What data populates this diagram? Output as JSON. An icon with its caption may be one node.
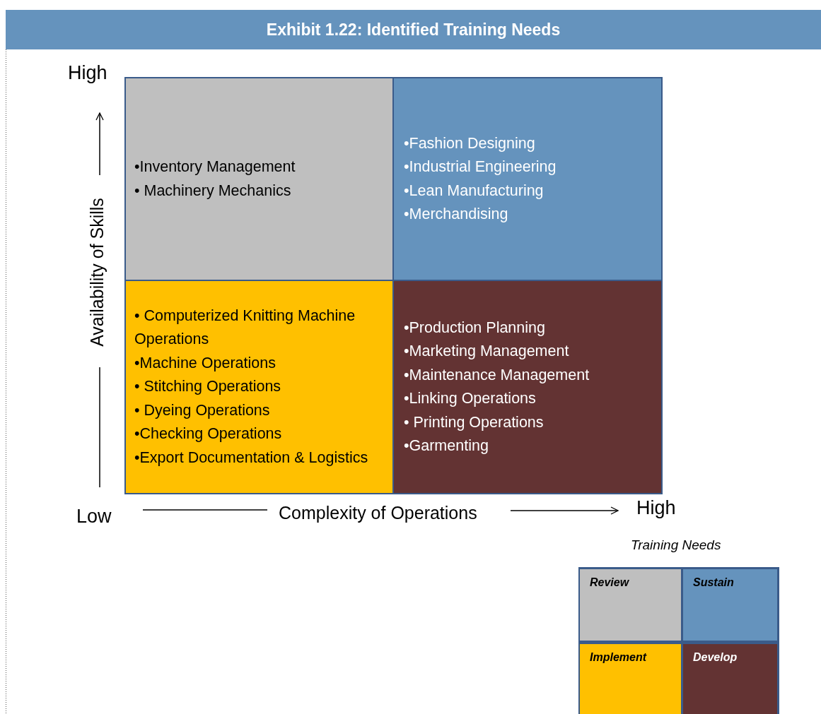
{
  "diagram": {
    "title": "Exhibit 1.22: Identified Training Needs",
    "nodes": [
      {
        "text": [
          "•Inventory Management",
          "• Machinery Mechanics"
        ]
      },
      {
        "text": [
          "•Fashion Designing",
          "•Industrial Engineering",
          "•Lean Manufacturing",
          "•Merchandising"
        ]
      },
      {
        "text": [
          "• Computerized Knitting Machine Operations",
          "•Machine Operations",
          "• Stitching Operations",
          "• Dyeing Operations",
          "•Checking Operations",
          "•Export Documentation & Logistics"
        ]
      },
      {
        "text": [
          "•Production Planning",
          "•Marketing Management",
          "•Maintenance Management",
          "•Linking Operations",
          "• Printing Operations",
          "•Garmenting"
        ]
      }
    ],
    "edges": [],
    "labels": [
      "High",
      "Availability of Skills",
      "Low",
      "Complexity of Operations",
      "High",
      "Training Needs"
    ],
    "legend": [
      {
        "text": "Review",
        "color": "#bfbfbf"
      },
      {
        "text": "Sustain",
        "color": "#6593bd"
      },
      {
        "text": "Implement",
        "color": "#ffc000"
      },
      {
        "text": "Develop",
        "color": "#633333"
      }
    ]
  }
}
